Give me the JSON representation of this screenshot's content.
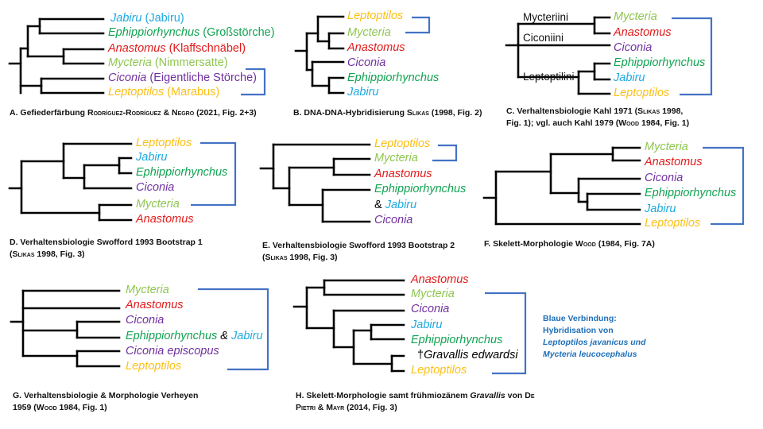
{
  "colors": {
    "Jabiru": "#1ea9e1",
    "Ephippiorhynchus": "#11a352",
    "Anastomus": "#e21a1a",
    "Mycteria": "#8ec64f",
    "Ciconia": "#7030a0",
    "Leptoptilos": "#fbbf14",
    "Gravallis": "#000000",
    "connector": "#4472c4",
    "note": "#1f6fb8"
  },
  "panels": [
    {
      "id": "A",
      "leaves": [
        {
          "genus": "Jabiru",
          "common": " (Jabiru)",
          "color_key": "Jabiru"
        },
        {
          "genus": "Ephippiorhynchus",
          "common": " (Großstörche)",
          "color_key": "Ephippiorhynchus"
        },
        {
          "genus": "Anastomus",
          "common": " (Klaffschnäbel)",
          "color_key": "Anastomus"
        },
        {
          "genus": "Mycteria",
          "common": " (Nimmersatte)",
          "color_key": "Mycteria"
        },
        {
          "genus": "Ciconia",
          "common": " (Eigentliche Störche)",
          "color_key": "Ciconia"
        },
        {
          "genus": "Leptoptilos",
          "common": " (Marabus)",
          "color_key": "Leptoptilos"
        }
      ],
      "caption": {
        "pre": "A. Gefiederfärbung ",
        "authors": "Rodríguez-Rodríguez & Negro",
        "post": " (2021, Fig. 2+3)"
      }
    },
    {
      "id": "B",
      "leaves": [
        {
          "genus": "Leptoptilos",
          "color_key": "Leptoptilos"
        },
        {
          "genus": "Mycteria",
          "color_key": "Mycteria"
        },
        {
          "genus": "Anastomus",
          "color_key": "Anastomus"
        },
        {
          "genus": "Ciconia",
          "color_key": "Ciconia"
        },
        {
          "genus": "Ephippiorhynchus",
          "color_key": "Ephippiorhynchus"
        },
        {
          "genus": "Jabiru",
          "color_key": "Jabiru"
        }
      ],
      "caption": {
        "pre": "B. DNA-DNA-Hybridisierung ",
        "authors": "Slikas",
        "post": " (1998, Fig. 2)"
      }
    },
    {
      "id": "C",
      "clade_labels": [
        "Mycteriini",
        "Ciconiini",
        "Leptoptilini"
      ],
      "leaves": [
        {
          "genus": "Mycteria",
          "color_key": "Mycteria"
        },
        {
          "genus": "Anastomus",
          "color_key": "Anastomus"
        },
        {
          "genus": "Ciconia",
          "color_key": "Ciconia"
        },
        {
          "genus": "Ephippiorhynchus",
          "color_key": "Ephippiorhynchus"
        },
        {
          "genus": "Jabiru",
          "color_key": "Jabiru"
        },
        {
          "genus": "Leptoptilos",
          "color_key": "Leptoptilos"
        }
      ],
      "caption": {
        "line1_pre": "C. Verhaltensbiologie Kahl 1971 (",
        "line1_sc": "Slikas",
        "line1_post": " 1998,",
        "line2_pre": "Fig. 1); vgl. auch Kahl 1979 (",
        "line2_sc": "Wood",
        "line2_post": " 1984, Fig. 1)"
      }
    },
    {
      "id": "D",
      "leaves": [
        {
          "genus": "Leptoptilos",
          "color_key": "Leptoptilos"
        },
        {
          "genus": "Jabiru",
          "color_key": "Jabiru"
        },
        {
          "genus": "Ephippiorhynchus",
          "color_key": "Ephippiorhynchus"
        },
        {
          "genus": "Ciconia",
          "color_key": "Ciconia"
        },
        {
          "genus": "Mycteria",
          "color_key": "Mycteria"
        },
        {
          "genus": "Anastomus",
          "color_key": "Anastomus"
        }
      ],
      "caption": {
        "line1": "D. Verhaltensbiologie Swofford 1993 Bootstrap 1",
        "line2_pre": "(",
        "line2_sc": "Slikas",
        "line2_post": " 1998, Fig. 3)"
      }
    },
    {
      "id": "E",
      "leaves": [
        {
          "genus": "Leptoptilos",
          "color_key": "Leptoptilos"
        },
        {
          "genus": "Mycteria",
          "color_key": "Mycteria"
        },
        {
          "genus": "Anastomus",
          "color_key": "Anastomus"
        },
        {
          "genus": "Ephippiorhynchus",
          "color_key": "Ephippiorhynchus"
        },
        {
          "prefix": "& ",
          "genus": "Jabiru",
          "color_key": "Jabiru"
        },
        {
          "genus": "Ciconia",
          "color_key": "Ciconia"
        }
      ],
      "caption": {
        "line1": "E. Verhaltensbiologie Swofford 1993 Bootstrap 2",
        "line2_pre": "(",
        "line2_sc": "Slikas",
        "line2_post": " 1998, Fig. 3)"
      }
    },
    {
      "id": "F",
      "leaves": [
        {
          "genus": "Mycteria",
          "color_key": "Mycteria"
        },
        {
          "genus": "Anastomus",
          "color_key": "Anastomus"
        },
        {
          "genus": "Ciconia",
          "color_key": "Ciconia"
        },
        {
          "genus": "Ephippiorhynchus",
          "color_key": "Ephippiorhynchus"
        },
        {
          "genus": "Jabiru",
          "color_key": "Jabiru"
        },
        {
          "genus": "Leptoptilos",
          "color_key": "Leptoptilos"
        }
      ],
      "caption": {
        "pre": "F. Skelett-Morphologie ",
        "authors": "Wood",
        "post": " (1984, Fig. 7A)"
      }
    },
    {
      "id": "G",
      "leaves": [
        {
          "genus": "Mycteria",
          "color_key": "Mycteria"
        },
        {
          "genus": "Anastomus",
          "color_key": "Anastomus"
        },
        {
          "genus": "Ciconia",
          "color_key": "Ciconia"
        },
        {
          "genus": "Ephippiorhynchus",
          "suffix_plain": " & ",
          "suffix_genus": "Jabiru",
          "suffix_color_key": "Jabiru",
          "color_key": "Ephippiorhynchus"
        },
        {
          "genus": "Ciconia episcopus",
          "color_key": "Ciconia"
        },
        {
          "genus": "Leptoptilos",
          "color_key": "Leptoptilos"
        }
      ],
      "caption": {
        "line1": "G. Verhaltensbiologie & Morphologie Verheyen",
        "line2_pre": "1959 (",
        "line2_sc": "Wood",
        "line2_post": " 1984, Fig. 1)"
      }
    },
    {
      "id": "H",
      "leaves": [
        {
          "genus": "Anastomus",
          "color_key": "Anastomus"
        },
        {
          "genus": "Mycteria",
          "color_key": "Mycteria"
        },
        {
          "genus": "Ciconia",
          "color_key": "Ciconia"
        },
        {
          "genus": "Jabiru",
          "color_key": "Jabiru"
        },
        {
          "genus": "Ephippiorhynchus",
          "color_key": "Ephippiorhynchus"
        },
        {
          "prefix": "†",
          "genus": "Gravallis edwardsi",
          "color_key": "Gravallis"
        },
        {
          "genus": "Leptoptilos",
          "color_key": "Leptoptilos"
        }
      ],
      "caption": {
        "line1_pre": "H. Skelett-Morphologie samt frühmiozänem ",
        "line1_it": "Gravallis",
        "line1_mid": " von ",
        "line1_sc": "De",
        "line2_sc": "Pietri & Mayr",
        "line2_post": " (2014, Fig. 3)"
      }
    }
  ],
  "note": {
    "line1": "Blaue Verbindung:",
    "line2": "Hybridisation von",
    "line3": "Leptoptilos javanicus und",
    "line4": "Mycteria leucocephalus"
  }
}
